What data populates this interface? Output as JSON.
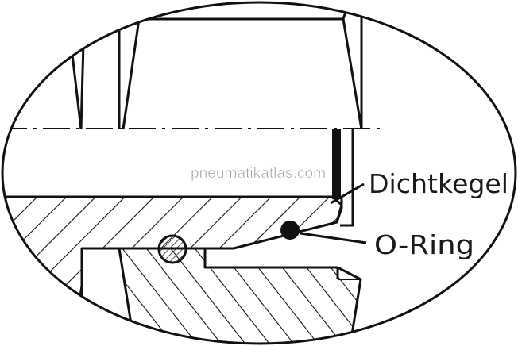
{
  "labels": {
    "sealing_cone": "Dichtkegel",
    "o_ring": "O-Ring"
  },
  "watermark": "pneumatikatlas.com",
  "colors": {
    "line": "#111111",
    "background": "#ffffff",
    "watermark": "#9a9a9a"
  }
}
